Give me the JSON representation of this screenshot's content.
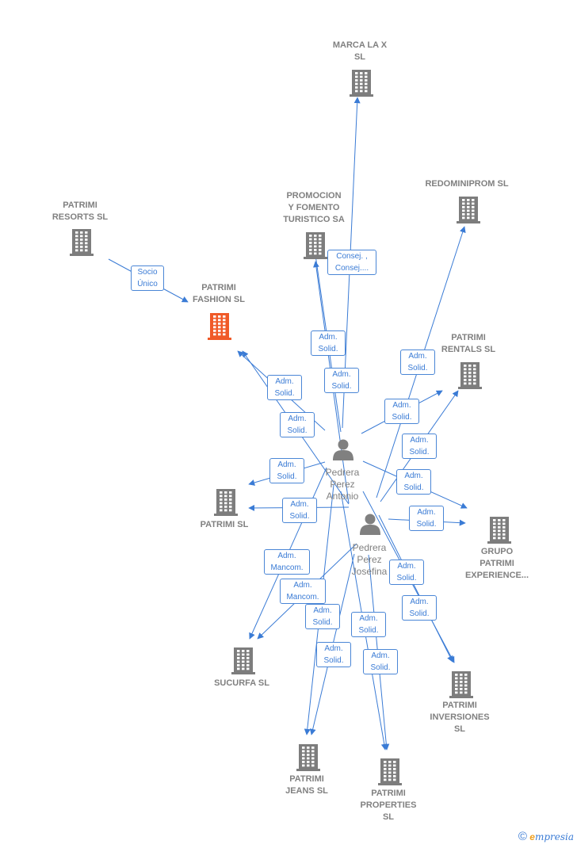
{
  "colors": {
    "edge": "#3a7bd5",
    "company": "#7d7d7d",
    "main_company": "#f05a28",
    "person": "#808080"
  },
  "nodes": [
    {
      "id": "marca",
      "label": "MARCA LA X\nSL",
      "icon": "building-icon",
      "main": false
    },
    {
      "id": "redominiprom",
      "label": "REDOMINIPROM SL",
      "icon": "building-icon",
      "main": false
    },
    {
      "id": "promocion",
      "label": "PROMOCION\nY FOMENTO\nTURISTICO SA",
      "icon": "building-icon",
      "main": false
    },
    {
      "id": "resorts",
      "label": "PATRIMI\nRESORTS SL",
      "icon": "building-icon",
      "main": false
    },
    {
      "id": "fashion",
      "label": "PATRIMI\nFASHION SL",
      "icon": "building-icon",
      "main": true
    },
    {
      "id": "rentals",
      "label": "PATRIMI\nRENTALS SL",
      "icon": "building-icon",
      "main": false
    },
    {
      "id": "patrimi",
      "label": "PATRIMI SL",
      "icon": "building-icon",
      "main": false
    },
    {
      "id": "grupo",
      "label": "GRUPO\nPATRIMI\nEXPERIENCE...",
      "icon": "building-icon",
      "main": false
    },
    {
      "id": "sucurfa",
      "label": "SUCURFA SL",
      "icon": "building-icon",
      "main": false
    },
    {
      "id": "inversiones",
      "label": "PATRIMI\nINVERSIONES\nSL",
      "icon": "building-icon",
      "main": false
    },
    {
      "id": "jeans",
      "label": "PATRIMI\nJEANS SL",
      "icon": "building-icon",
      "main": false
    },
    {
      "id": "properties",
      "label": "PATRIMI\nPROPERTIES\nSL",
      "icon": "building-icon",
      "main": false
    }
  ],
  "persons": [
    {
      "id": "antonio",
      "label": "Pedrera\nPerez\nAntonio",
      "icon": "person-icon"
    },
    {
      "id": "josefina",
      "label": "Pedrera\nPerez\nJosefina",
      "icon": "person-icon"
    }
  ],
  "edge_labels": [
    {
      "text": "Socio\nÚnico"
    },
    {
      "text": "Consej. ,\nConsej...."
    },
    {
      "text": "Adm.\nSolid."
    },
    {
      "text": "Adm.\nSolid."
    },
    {
      "text": "Adm.\nSolid."
    },
    {
      "text": "Adm.\nSolid."
    },
    {
      "text": "Adm.\nSolid."
    },
    {
      "text": "Adm.\nSolid."
    },
    {
      "text": "Adm.\nSolid."
    },
    {
      "text": "Adm.\nSolid."
    },
    {
      "text": "Adm.\nSolid."
    },
    {
      "text": "Adm.\nSolid."
    },
    {
      "text": "Adm.\nSolid."
    },
    {
      "text": "Adm.\nMancom."
    },
    {
      "text": "Adm.\nMancom."
    },
    {
      "text": "Adm.\nSolid."
    },
    {
      "text": "Adm.\nSolid."
    },
    {
      "text": "Adm.\nSolid."
    },
    {
      "text": "Adm.\nSolid."
    },
    {
      "text": "Adm.\nSolid."
    },
    {
      "text": "Adm.\nSolid."
    }
  ],
  "footer": {
    "copyright": "©",
    "brand_initial": "e",
    "brand_rest": "mpresia"
  }
}
